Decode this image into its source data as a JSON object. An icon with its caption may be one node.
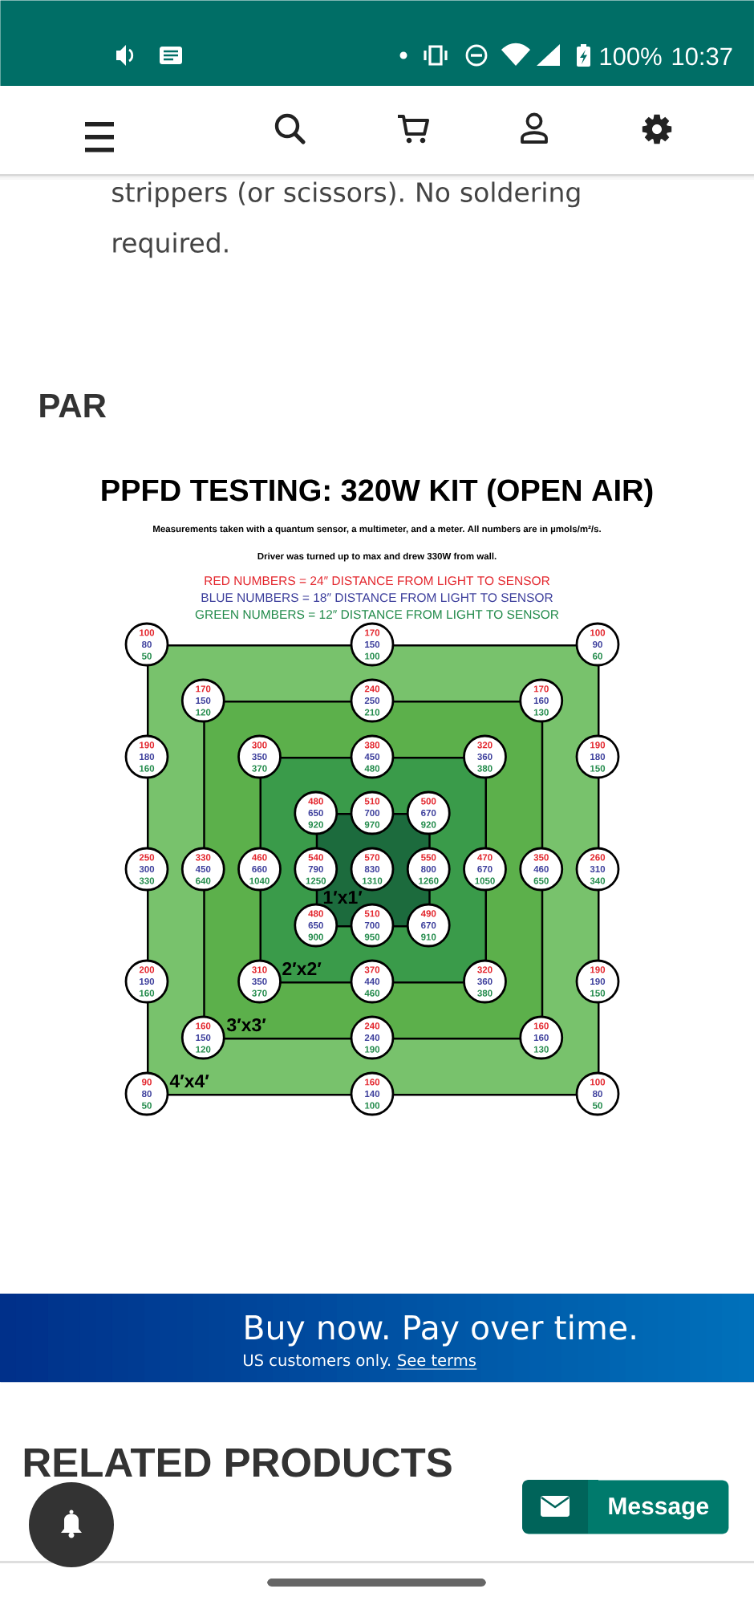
{
  "diagram": {
    "title": "PPFD TESTING: 320W KIT (OPEN AIR)",
    "nodes": [
      {
        "text": [
          "100%",
          "10:37"
        ]
      },
      {
        "text": [
          "4′x4′"
        ]
      },
      {
        "text": [
          "3′x3′"
        ],
        "in": 1
      },
      {
        "text": [
          "2′x2′"
        ],
        "in": 2
      },
      {
        "text": [
          "1′x1′"
        ],
        "in": 3
      },
      {
        "text": [
          "100",
          "80",
          "50"
        ]
      },
      {
        "text": [
          "170",
          "150",
          "100"
        ]
      },
      {
        "text": [
          "100",
          "90",
          "60"
        ]
      },
      {
        "text": [
          "170",
          "150",
          "120"
        ],
        "in": 1
      },
      {
        "text": [
          "240",
          "250",
          "210"
        ],
        "in": 1
      },
      {
        "text": [
          "170",
          "160",
          "130"
        ],
        "in": 1
      },
      {
        "text": [
          "190",
          "180",
          "160"
        ]
      },
      {
        "text": [
          "300",
          "350",
          "370"
        ],
        "in": 2
      },
      {
        "text": [
          "380",
          "450",
          "480"
        ],
        "in": 2
      },
      {
        "text": [
          "320",
          "360",
          "380"
        ],
        "in": 2
      },
      {
        "text": [
          "190",
          "180",
          "150"
        ]
      },
      {
        "text": [
          "480",
          "650",
          "920"
        ],
        "in": 3
      },
      {
        "text": [
          "510",
          "700",
          "970"
        ],
        "in": 3
      },
      {
        "text": [
          "500",
          "670",
          "920"
        ],
        "in": 3
      },
      {
        "text": [
          "250",
          "300",
          "330"
        ]
      },
      {
        "text": [
          "330",
          "450",
          "640"
        ],
        "in": 1
      },
      {
        "text": [
          "460",
          "660",
          "1040"
        ],
        "in": 2
      },
      {
        "text": [
          "540",
          "790",
          "1250"
        ],
        "in": 3
      },
      {
        "text": [
          "570",
          "830",
          "1310"
        ],
        "in": 4
      },
      {
        "text": [
          "550",
          "800",
          "1260"
        ],
        "in": 3
      },
      {
        "text": [
          "470",
          "670",
          "1050"
        ],
        "in": 2
      },
      {
        "text": [
          "350",
          "460",
          "650"
        ],
        "in": 1
      },
      {
        "text": [
          "260",
          "310",
          "340"
        ]
      },
      {
        "text": [
          "480",
          "650",
          "900"
        ],
        "in": 3
      },
      {
        "text": [
          "510",
          "700",
          "950"
        ],
        "in": 3
      },
      {
        "text": [
          "490",
          "670",
          "910"
        ],
        "in": 3
      },
      {
        "text": [
          "200",
          "190",
          "160"
        ]
      },
      {
        "text": [
          "310",
          "350",
          "370"
        ],
        "in": 2
      },
      {
        "text": [
          "370",
          "440",
          "460"
        ],
        "in": 2
      },
      {
        "text": [
          "320",
          "360",
          "380"
        ],
        "in": 2
      },
      {
        "text": [
          "190",
          "190",
          "150"
        ]
      },
      {
        "text": [
          "160",
          "150",
          "120"
        ],
        "in": 1
      },
      {
        "text": [
          "240",
          "240",
          "190"
        ],
        "in": 1
      },
      {
        "text": [
          "160",
          "160",
          "130"
        ],
        "in": 1
      },
      {
        "text": [
          "90",
          "80",
          "50"
        ]
      },
      {
        "text": [
          "160",
          "140",
          "100"
        ]
      },
      {
        "text": [
          "100",
          "80",
          "50"
        ]
      },
      {
        "text": [
          "Buy now. Pay over time.",
          "US customers only.",
          "See terms"
        ]
      },
      {
        "text": [
          "Message"
        ]
      }
    ],
    "labels": [
      "strippers (or scissors). No soldering required.",
      "PAR",
      "Measurements taken with a quantum sensor, a multimeter, and a meter. All numbers are in µmols/m²/s.",
      "Driver was turned up to max and drew 330W from wall.",
      "RELATED PRODUCTS"
    ],
    "legend": [
      {
        "text": "RED NUMBERS = 24″ DISTANCE FROM LIGHT TO SENSOR",
        "color": "#e3262d"
      },
      {
        "text": "BLUE NUMBERS = 18″ DISTANCE FROM LIGHT TO SENSOR",
        "color": "#3d3f9c"
      },
      {
        "text": "GREEN NUMBERS = 12″ DISTANCE FROM LIGHT TO SENSOR",
        "color": "#218a4a"
      }
    ]
  }
}
